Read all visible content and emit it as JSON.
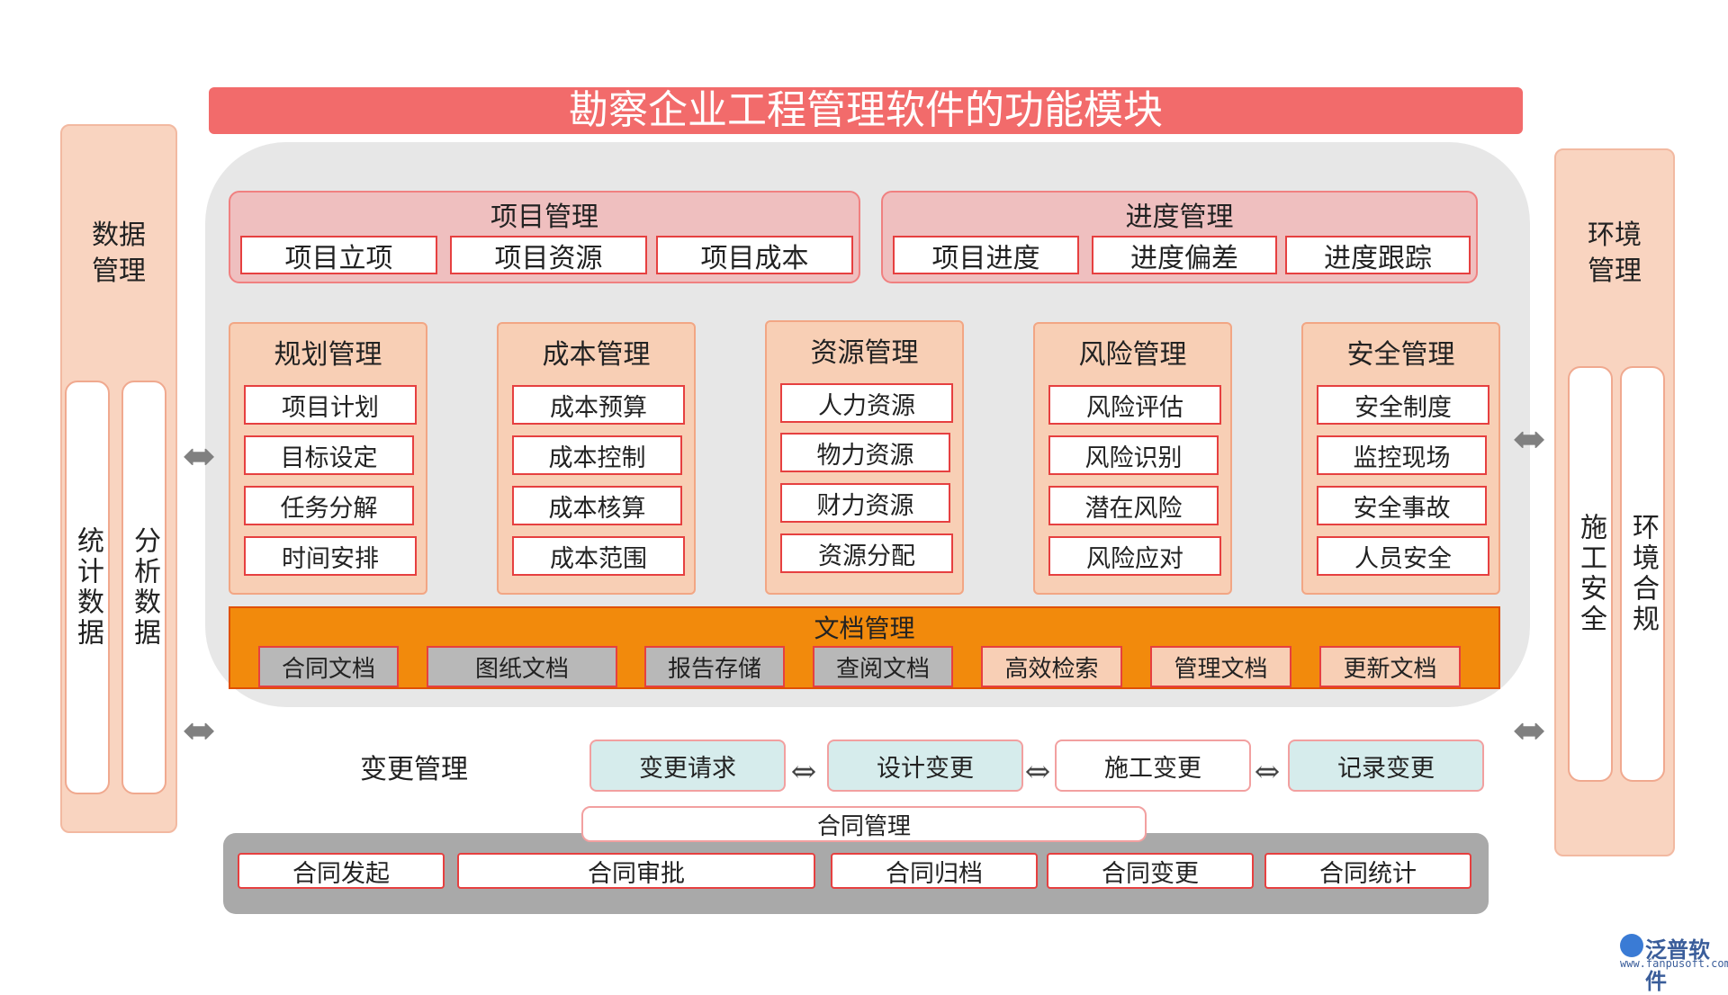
{
  "title": "勘察企业工程管理软件的功能模块",
  "left_panel": {
    "title_line1": "数据",
    "title_line2": "管理",
    "items": [
      "统计数据",
      "分析数据"
    ]
  },
  "right_panel": {
    "title_line1": "环境",
    "title_line2": "管理",
    "items": [
      "施工安全",
      "环境合规"
    ]
  },
  "project_mgmt": {
    "title": "项目管理",
    "items": [
      "项目立项",
      "项目资源",
      "项目成本"
    ]
  },
  "schedule_mgmt": {
    "title": "进度管理",
    "items": [
      "项目进度",
      "进度偏差",
      "进度跟踪"
    ]
  },
  "modules": [
    {
      "title": "规划管理",
      "items": [
        "项目计划",
        "目标设定",
        "任务分解",
        "时间安排"
      ]
    },
    {
      "title": "成本管理",
      "items": [
        "成本预算",
        "成本控制",
        "成本核算",
        "成本范围"
      ]
    },
    {
      "title": "资源管理",
      "items": [
        "人力资源",
        "物力资源",
        "财力资源",
        "资源分配"
      ]
    },
    {
      "title": "风险管理",
      "items": [
        "风险评估",
        "风险识别",
        "潜在风险",
        "风险应对"
      ]
    },
    {
      "title": "安全管理",
      "items": [
        "安全制度",
        "监控现场",
        "安全事故",
        "人员安全"
      ]
    }
  ],
  "doc_mgmt": {
    "title": "文档管理",
    "items": [
      "合同文档",
      "图纸文档",
      "报告存储",
      "查阅文档",
      "高效检索",
      "管理文档",
      "更新文档"
    ]
  },
  "change_mgmt": {
    "title": "变更管理",
    "items": [
      "变更请求",
      "设计变更",
      "施工变更",
      "记录变更"
    ]
  },
  "contract_mgmt": {
    "title": "合同管理",
    "items": [
      "合同发起",
      "合同审批",
      "合同归档",
      "合同变更",
      "合同统计"
    ]
  },
  "watermark": {
    "brand": "泛普软件",
    "url": "www.fanpusoft.com"
  },
  "colors": {
    "title_bar": "#f26b6b",
    "doc_bar": "#f28a0c",
    "accent_border": "#e64040",
    "side_panel": "#f9d4c0"
  }
}
